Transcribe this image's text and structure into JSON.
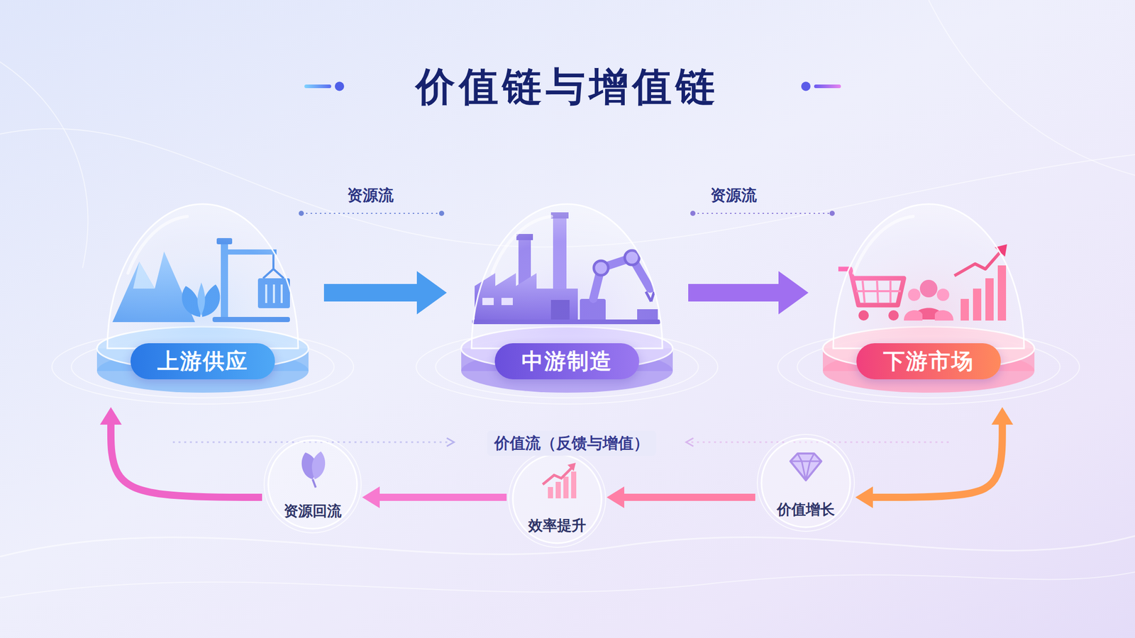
{
  "diagram": {
    "title": "价值链与增值链",
    "nodes": [
      {
        "text": [
          "上游供应"
        ]
      },
      {
        "text": [
          "中游制造"
        ]
      },
      {
        "text": [
          "下游市场"
        ]
      },
      {
        "text": [
          "资源回流"
        ]
      },
      {
        "text": [
          "效率提升"
        ]
      },
      {
        "text": [
          "价值增长"
        ]
      }
    ],
    "edges": [
      {
        "from": 0,
        "to": 1,
        "arrow": "to",
        "label": "资源流"
      },
      {
        "from": 1,
        "to": 2,
        "arrow": "to",
        "label": "资源流"
      },
      {
        "from": 2,
        "to": 5,
        "arrow": "both"
      },
      {
        "from": 5,
        "to": 4,
        "arrow": "to"
      },
      {
        "from": 4,
        "to": 3,
        "arrow": "to"
      },
      {
        "from": 3,
        "to": 0,
        "arrow": "to"
      }
    ],
    "labels": [
      "价值流（反馈与增值）"
    ]
  }
}
